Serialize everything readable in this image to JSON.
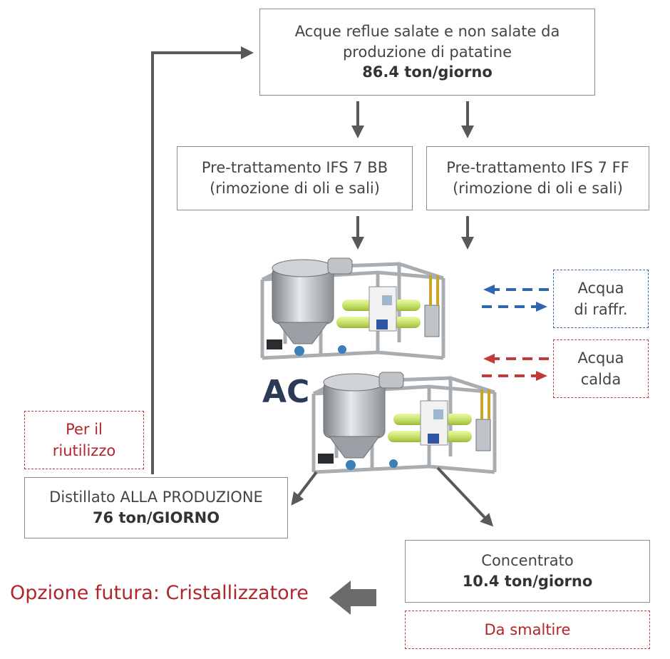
{
  "top_box": {
    "line1": "Acque reflue salate e non salate da",
    "line2": "produzione di patatine",
    "value": "86.4 ton/giorno"
  },
  "pre_bb": {
    "line1": "Pre-trattamento IFS 7 BB",
    "line2": "(rimozione di oli e sali)"
  },
  "pre_ff": {
    "line1": "Pre-trattamento IFS 7 FF",
    "line2": "(rimozione di oli e sali)"
  },
  "cooling_water": {
    "line1": "Acqua",
    "line2": "di raffr.",
    "color": "#2f66b0"
  },
  "hot_water": {
    "line1": "Acqua",
    "line2": "calda",
    "color": "#c23a3a"
  },
  "unit_label": "AC",
  "reuse": {
    "line1": "Per il",
    "line2": "riutilizzo"
  },
  "distillate": {
    "line1": "Distillato ALLA PRODUZIONE",
    "value": "76 ton/GIORNO"
  },
  "concentrate": {
    "line1": "Concentrato",
    "value": "10.4 ton/giorno"
  },
  "disposal": "Da smaltire",
  "future_option": "Opzione futura: Cristallizzatore",
  "colors": {
    "arrow": "#595959",
    "accent_red": "#b0262b",
    "accent_blue": "#2f66b0",
    "label_navy": "#2b3a57"
  }
}
